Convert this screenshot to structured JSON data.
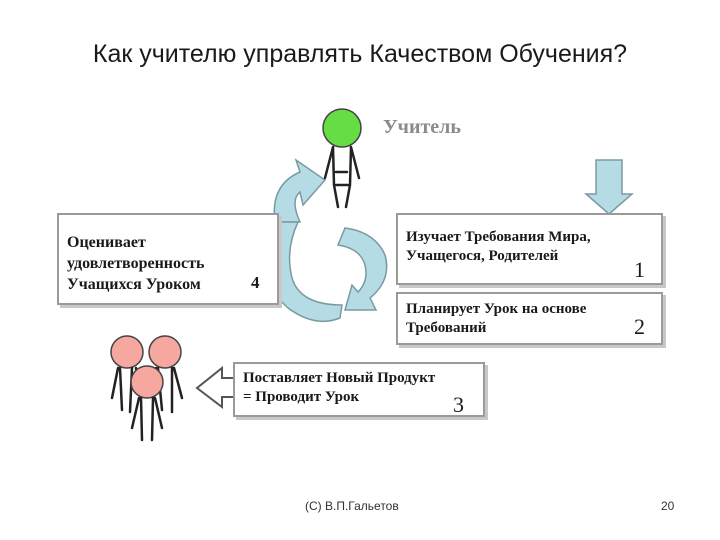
{
  "title": "Как учителю управлять Качеством Обучения?",
  "teacher_label": "Учитель",
  "boxes": {
    "evaluate": {
      "text": "Оценивает\nудовлетворенность\nУчащихся Уроком",
      "number": "4"
    },
    "study": {
      "text": "Изучает Требования Мира,\nУчащегося, Родителей",
      "number": "1"
    },
    "plan": {
      "text": "Планирует Урок на основе\nТребований",
      "number": "2"
    },
    "deliver": {
      "text": "Поставляет Новый Продукт\n= Проводит Урок",
      "number": "3"
    }
  },
  "colors": {
    "teacher_head": "#66dd44",
    "student_head": "#f5a7a0",
    "cycle_arrow": "#b5dce4"
  },
  "footer": {
    "credit": "(С) В.П.Гальетов",
    "page": "20"
  }
}
